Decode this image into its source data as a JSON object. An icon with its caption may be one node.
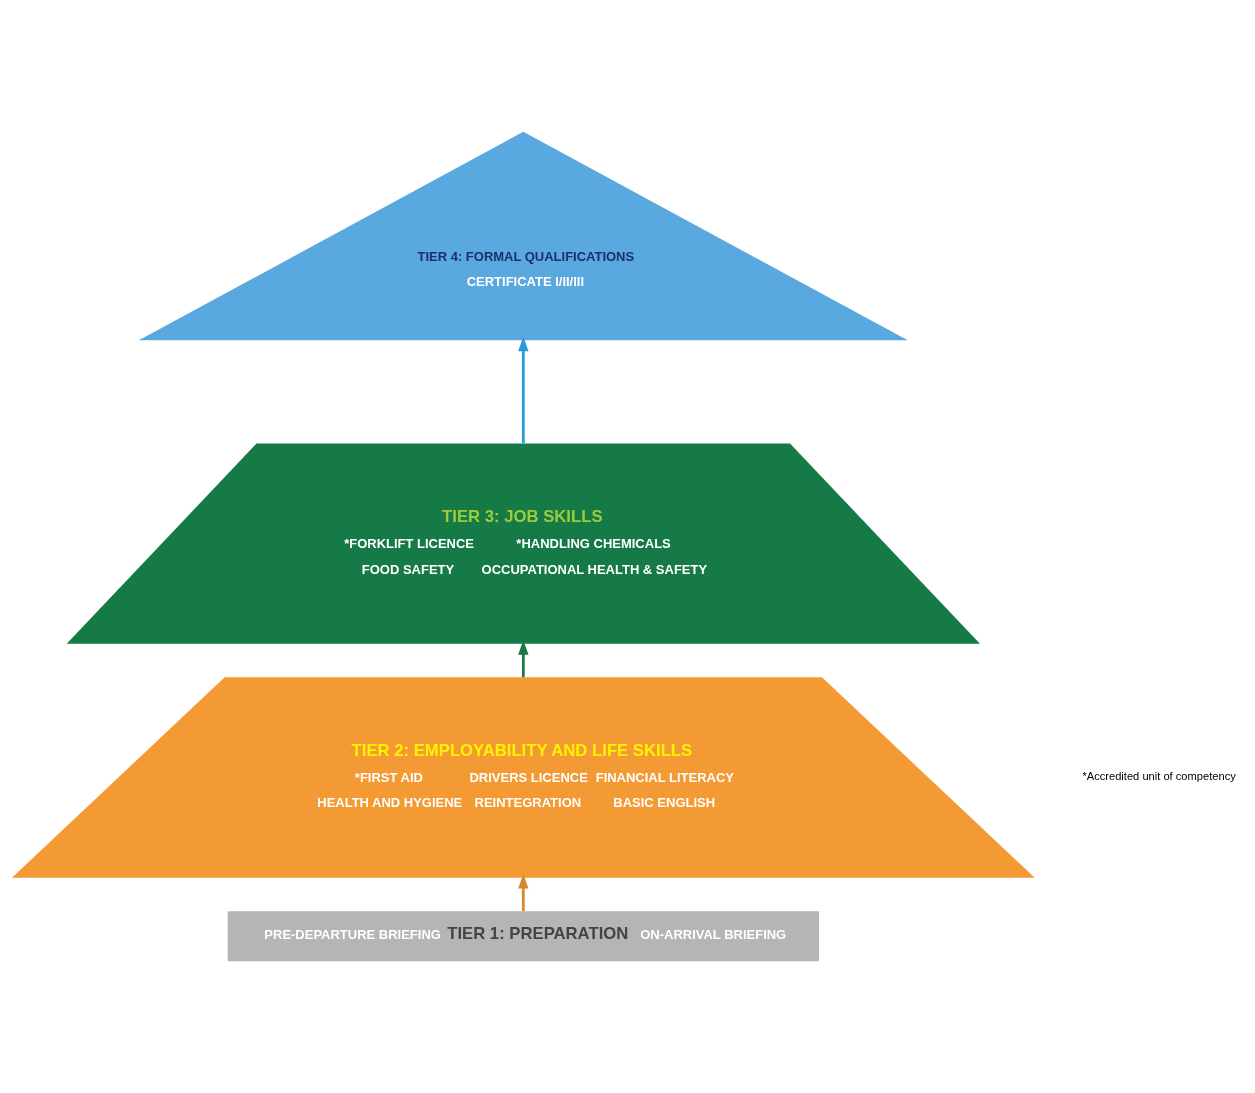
{
  "diagram": {
    "nodes": [
      {
        "text": [
          "TIER 4: FORMAL QUALIFICATIONS",
          "CERTIFICATE I/II/III"
        ]
      },
      {
        "text": [
          "TIER 3: JOB SKILLS",
          "*FORKLIFT LICENCE",
          "*HANDLING CHEMICALS",
          "FOOD SAFETY",
          "OCCUPATIONAL HEALTH & SAFETY"
        ]
      },
      {
        "text": [
          "TIER 2: EMPLOYABILITY AND LIFE SKILLS",
          "*FIRST AID",
          "DRIVERS LICENCE",
          "FINANCIAL LITERACY",
          "HEALTH AND HYGIENE",
          "REINTEGRATION",
          "BASIC ENGLISH"
        ]
      },
      {
        "text": [
          "PRE-DEPARTURE BRIEFING",
          "TIER 1: PREPARATION",
          "ON-ARRIVAL BRIEFING"
        ]
      }
    ],
    "edges": [
      {
        "from": 3,
        "to": 2,
        "arrow": "to",
        "color": "#d68a2e"
      },
      {
        "from": 2,
        "to": 1,
        "arrow": "to",
        "color": "#1a7a44"
      },
      {
        "from": 1,
        "to": 0,
        "arrow": "to",
        "color": "#2a9ad8"
      }
    ],
    "labels": [
      "*Accredited unit of competency"
    ]
  }
}
